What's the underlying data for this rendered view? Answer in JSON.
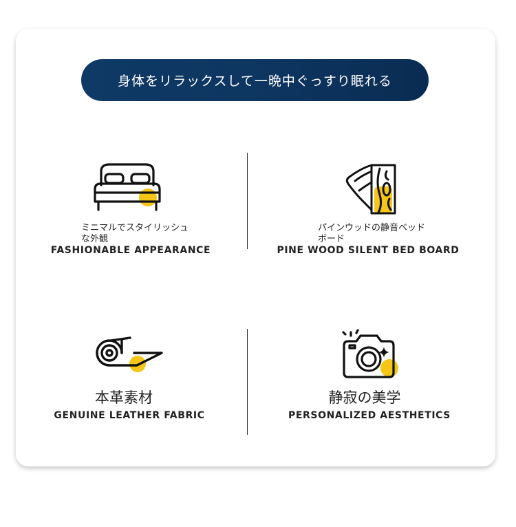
{
  "banner": {
    "text": "身体をリラックスして一晩中ぐっすり眠れる"
  },
  "colors": {
    "banner": "#0d3560",
    "accent": "#f5c518",
    "ink": "#111111"
  },
  "features": [
    {
      "icon": "bed-icon",
      "jp": "ミニマルでスタイリッシュな外観",
      "en": "FASHIONABLE APPEARANCE"
    },
    {
      "icon": "wood-plank-icon",
      "jp": "パインウッドの静音ベッドボード",
      "en": "PINE WOOD SILENT BED BOARD"
    },
    {
      "icon": "leather-roll-icon",
      "jp": "本革素材",
      "en": "GENUINE LEATHER FABRIC"
    },
    {
      "icon": "camera-icon",
      "jp": "静寂の美学",
      "en": "PERSONALIZED AESTHETICS"
    }
  ]
}
